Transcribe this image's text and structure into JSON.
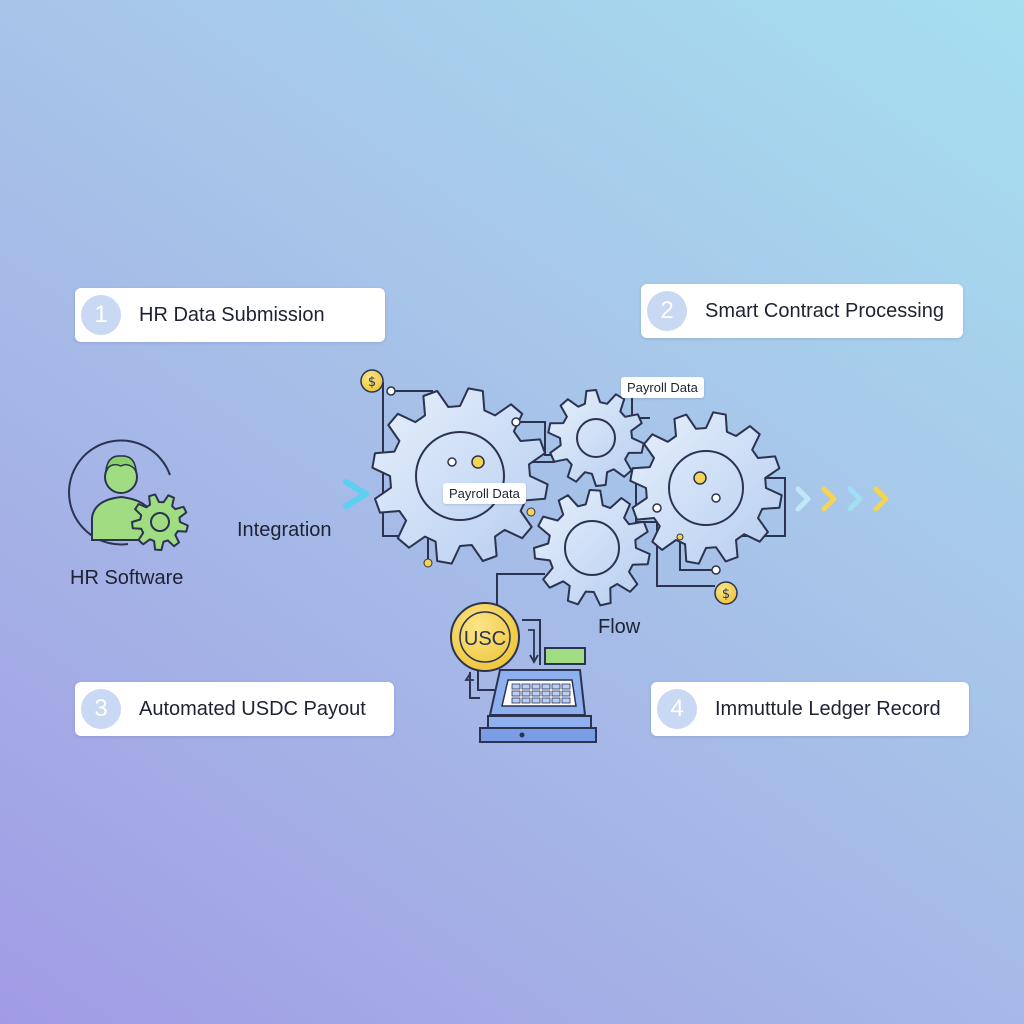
{
  "steps": [
    {
      "number": "1",
      "label": "HR Data Submission"
    },
    {
      "number": "2",
      "label": "Smart Contract Processing"
    },
    {
      "number": "3",
      "label": "Automated USDC Payout"
    },
    {
      "number": "4",
      "label": "Immuttule Ledger Record"
    }
  ],
  "labels": {
    "hr_software": "HR Software",
    "integration": "Integration",
    "flow": "Flow",
    "payroll_data_top": "Payroll Data",
    "payroll_data_mid": "Payroll Data",
    "coin_text": "USC"
  },
  "colors": {
    "accent_cyan": "#7fd8ee",
    "accent_yellow": "#f5d354",
    "person_green": "#9fdc82",
    "gear_fill": "#c9dcf6",
    "line_dark": "#2b3350"
  },
  "icons": [
    "person-icon",
    "small-gear-icon",
    "arrow-right-icon",
    "gear-icon",
    "dollar-coin-icon",
    "usdc-coin-icon",
    "cash-register-icon",
    "chevron-right-icon"
  ]
}
